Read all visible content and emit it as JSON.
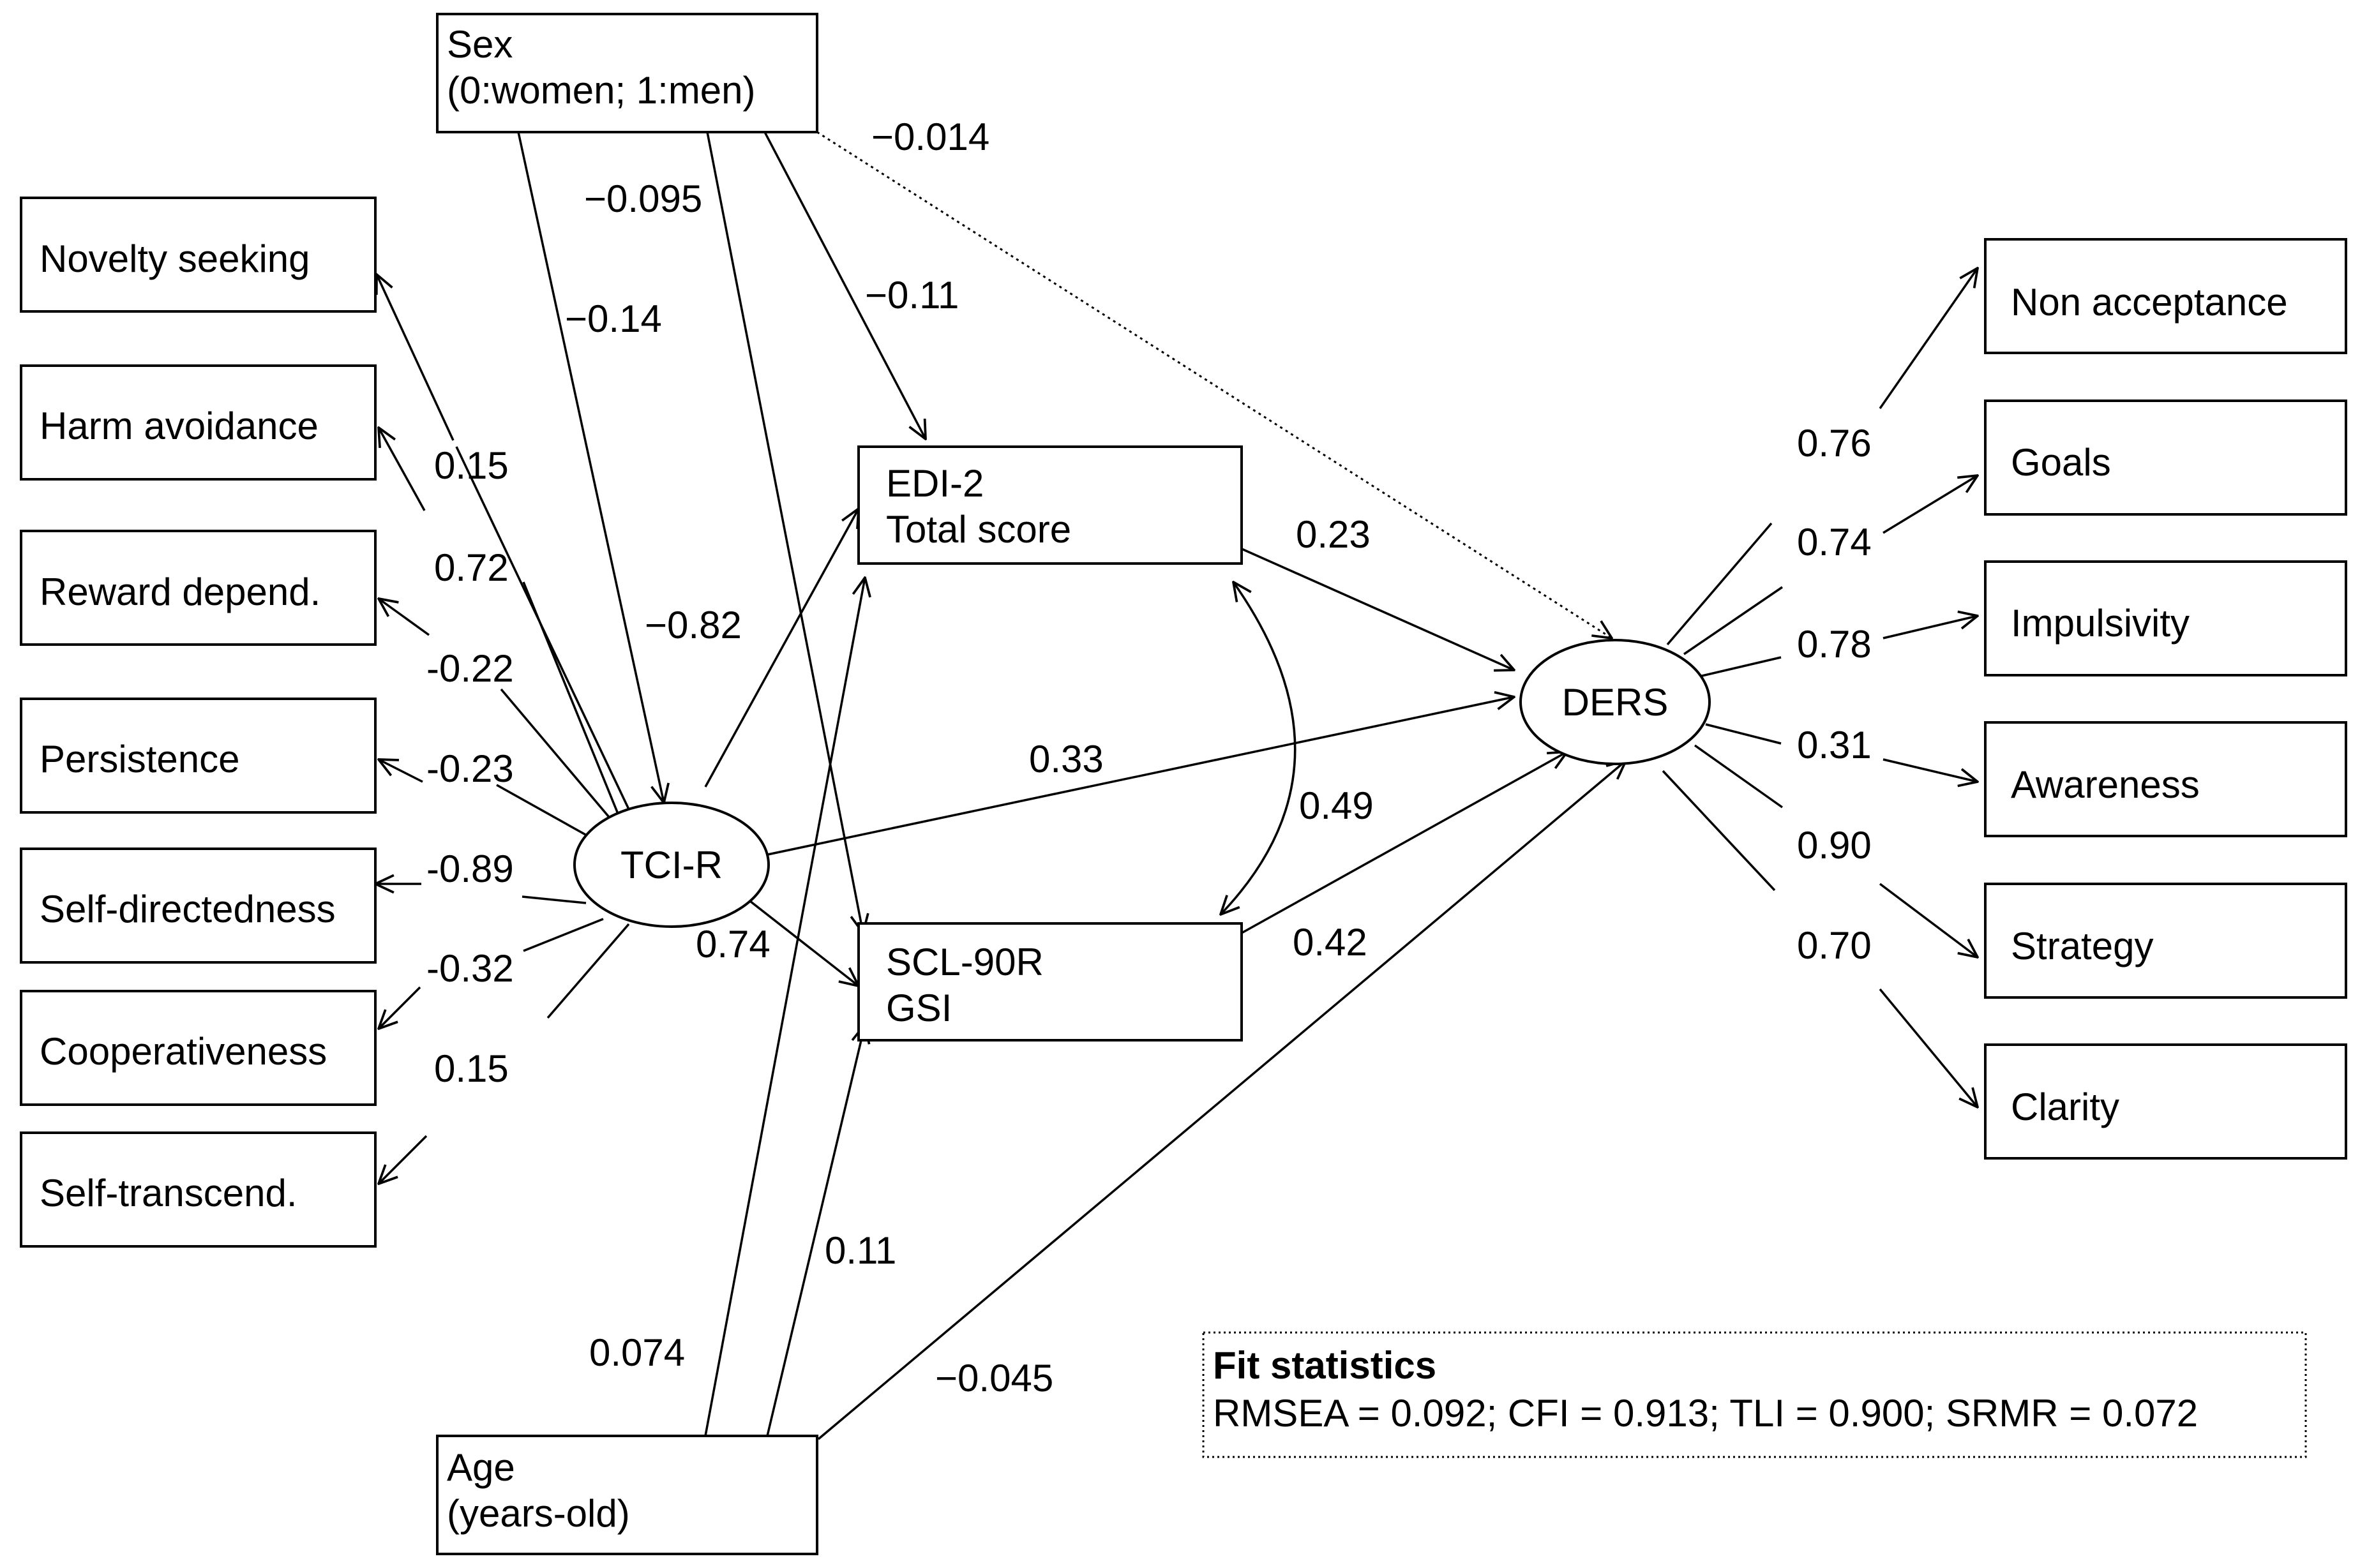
{
  "nodes": {
    "sex": {
      "line1": "Sex",
      "line2": "(0:women; 1:men)"
    },
    "age": {
      "line1": "Age",
      "line2": "(years-old)"
    },
    "tcir": "TCI-R",
    "ders": "DERS",
    "edi": {
      "line1": "EDI-2",
      "line2": "Total score"
    },
    "scl": {
      "line1": "SCL-90R",
      "line2": "GSI"
    },
    "tci_indicators": [
      "Novelty seeking",
      "Harm avoidance",
      "Reward depend.",
      "Persistence",
      "Self-directedness",
      "Cooperativeness",
      "Self-transcend."
    ],
    "ders_indicators": [
      "Non acceptance",
      "Goals",
      "Impulsivity",
      "Awareness",
      "Strategy",
      "Clarity"
    ]
  },
  "coefficients": {
    "sex_ders": "−0.014",
    "sex_scl": "−0.095",
    "sex_tcir": "−0.14",
    "sex_edi": "−0.11",
    "tcir_edi": "−0.82",
    "tcir_scl": "0.74",
    "tcir_ders": "0.33",
    "edi_ders": "0.23",
    "scl_ders": "0.42",
    "edi_scl_cov": "0.49",
    "age_edi": "0.074",
    "age_scl": "0.11",
    "age_ders": "−0.045",
    "tci_loadings": [
      "0.15",
      "0.72",
      "-0.22",
      "-0.23",
      "-0.89",
      "-0.32",
      "0.15"
    ],
    "ders_loadings": [
      "0.76",
      "0.74",
      "0.78",
      "0.31",
      "0.90",
      "0.70"
    ]
  },
  "fit": {
    "title": "Fit statistics",
    "text": "RMSEA = 0.092; CFI = 0.913; TLI = 0.900; SRMR = 0.072"
  }
}
